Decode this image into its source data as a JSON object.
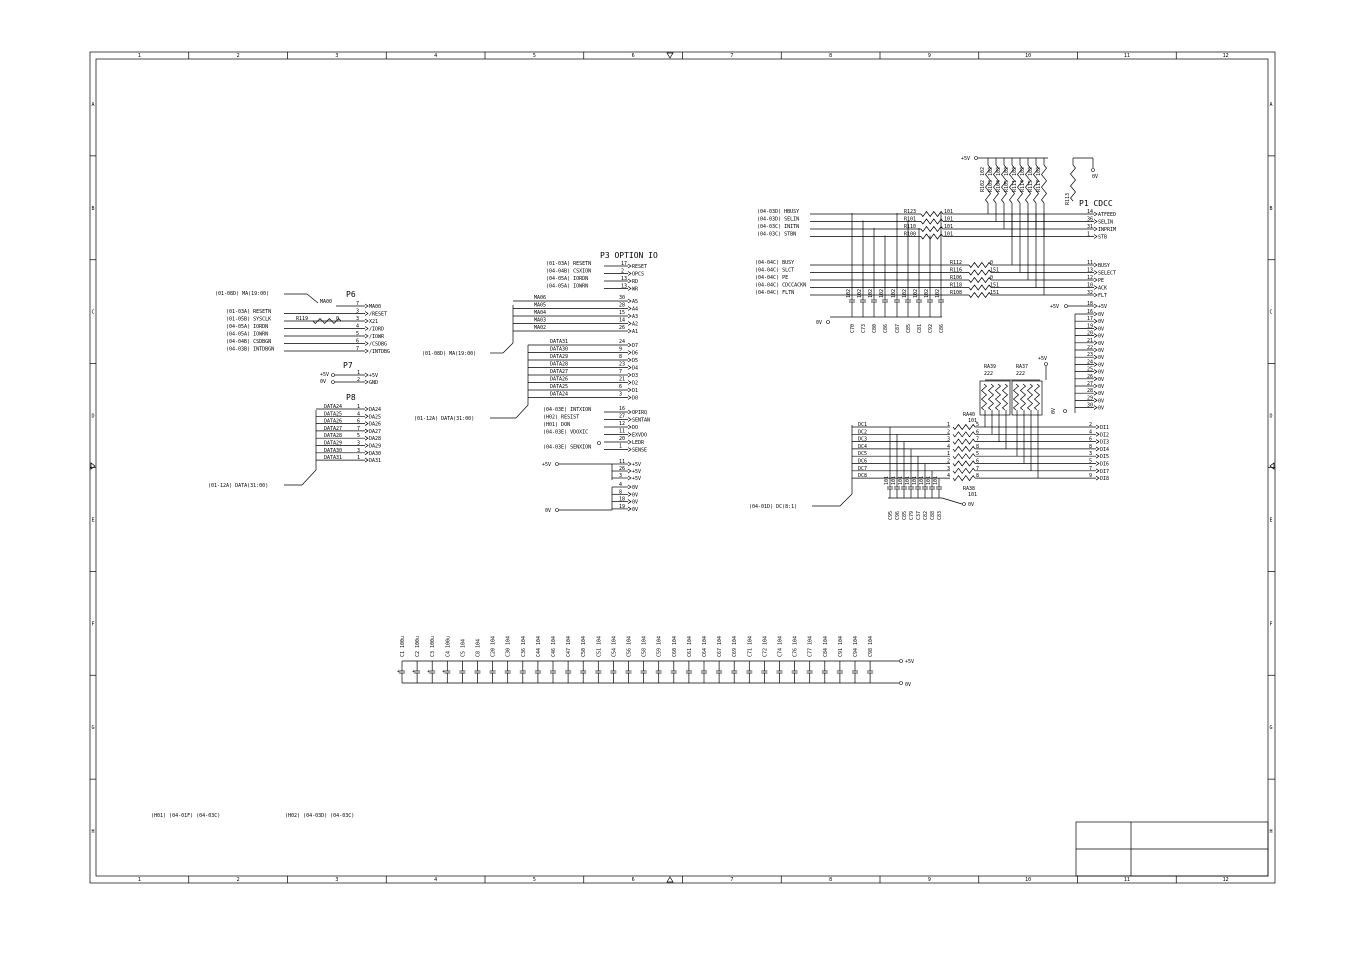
{
  "frame": {
    "cols": [
      "1",
      "2",
      "3",
      "4",
      "5",
      "6",
      "7",
      "8",
      "9",
      "10",
      "11",
      "12"
    ],
    "rows": [
      "A",
      "B",
      "C",
      "D",
      "E",
      "F",
      "G",
      "H"
    ]
  },
  "p6": {
    "title": "P6",
    "bus_label": "(01-08D) MA(19:00)",
    "ma00": "MA00",
    "pins": [
      {
        "sig": "MA00",
        "num": "7",
        "net": "MA00"
      },
      {
        "sig": "(01-03A) RESETN",
        "num": "3",
        "net": "/RESET"
      },
      {
        "sig": "(01-05B) SYSCLK",
        "num": "3",
        "net": "X21"
      },
      {
        "sig": "(04-05A) IORDN",
        "num": "4",
        "net": "/IORD"
      },
      {
        "sig": "(04-05A) IOWRN",
        "num": "5",
        "net": "/IOWR"
      },
      {
        "sig": "(04-04B) CSDBGN",
        "num": "6",
        "net": "/CSDBG"
      },
      {
        "sig": "(04-03B) INTDBGN",
        "num": "7",
        "net": "/INTDBG"
      }
    ],
    "resistor": "R119",
    "resistor_value": "0"
  },
  "p7": {
    "title": "P7",
    "pins": [
      {
        "sig": "+5V",
        "num": "1",
        "net": "+5V"
      },
      {
        "sig": "0V",
        "num": "2",
        "net": "GND"
      }
    ]
  },
  "p8": {
    "title": "P8",
    "bus_label": "(01-12A) DATA(31:00)",
    "pins": [
      {
        "sig": "DATA24",
        "num": "1",
        "net": "DA24"
      },
      {
        "sig": "DATA25",
        "num": "4",
        "net": "DA25"
      },
      {
        "sig": "DATA26",
        "num": "6",
        "net": "DA26"
      },
      {
        "sig": "DATA27",
        "num": "7",
        "net": "DA27"
      },
      {
        "sig": "DATA28",
        "num": "5",
        "net": "DA28"
      },
      {
        "sig": "DATA29",
        "num": "3",
        "net": "DA29"
      },
      {
        "sig": "DATA30",
        "num": "3",
        "net": "DA30"
      },
      {
        "sig": "DATA31",
        "num": "1",
        "net": "DA31"
      }
    ]
  },
  "p3": {
    "title": "P3 OPTION IO",
    "top_pins": [
      {
        "sig": "(01-03A) RESETN",
        "num": "17",
        "net": "RESET"
      },
      {
        "sig": "(04-04B) CSXION",
        "num": "2",
        "net": "OPCS"
      },
      {
        "sig": "(04-05A) IORDN",
        "num": "13",
        "net": "RD"
      },
      {
        "sig": "(04-05A) IOWRN",
        "num": "13",
        "net": "WR"
      }
    ],
    "addr_bus": "(01-08D) MA(19:00)",
    "addr_pins": [
      {
        "sig": "MA06",
        "num": "30",
        "net": "A5"
      },
      {
        "sig": "MA05",
        "num": "28",
        "net": "A4"
      },
      {
        "sig": "MA04",
        "num": "15",
        "net": "A3"
      },
      {
        "sig": "MA03",
        "num": "14",
        "net": "A2"
      },
      {
        "sig": "MA02",
        "num": "26",
        "net": "A1"
      }
    ],
    "data_bus": "(01-12A) DATA(31:00)",
    "data_pins": [
      {
        "sig": "DATA31",
        "num": "24",
        "net": "D7"
      },
      {
        "sig": "DATA30",
        "num": "9",
        "net": "D6"
      },
      {
        "sig": "DATA29",
        "num": "8",
        "net": "D5"
      },
      {
        "sig": "DATA28",
        "num": "23",
        "net": "D4"
      },
      {
        "sig": "DATA27",
        "num": "7",
        "net": "D3"
      },
      {
        "sig": "DATA26",
        "num": "21",
        "net": "D2"
      },
      {
        "sig": "DATA25",
        "num": "6",
        "net": "D1"
      },
      {
        "sig": "DATA24",
        "num": "3",
        "net": "D0"
      }
    ],
    "ctl_pins": [
      {
        "sig": "(04-03E) INTXION",
        "num": "16",
        "net": "OPIRQ"
      },
      {
        "sig": "(H02) RESIST",
        "num": "27",
        "net": "SENTAN"
      },
      {
        "sig": "(H01) DON",
        "num": "12",
        "net": "DO"
      },
      {
        "sig": "(04-03E) VDOXIC",
        "num": "11",
        "net": "EXVDO"
      },
      {
        "sig": "",
        "num": "20",
        "net": "LEDR"
      },
      {
        "sig": "(04-03E) SENXION",
        "num": "1",
        "net": "SENSE"
      }
    ],
    "pwr_label": "+5V",
    "pwr_pins": [
      {
        "num": "11",
        "net": "+5V"
      },
      {
        "num": "26",
        "net": "+5V"
      },
      {
        "num": "3",
        "net": "+5V"
      }
    ],
    "gnd_label": "0V",
    "gnd_pins": [
      {
        "num": "4",
        "net": "0V"
      },
      {
        "num": "8",
        "net": "0V"
      },
      {
        "num": "18",
        "net": "0V"
      },
      {
        "num": "19",
        "net": "0V"
      }
    ]
  },
  "p1": {
    "title": "P1 CDCC",
    "top_pins": [
      {
        "sig": "(04-03D) HBUSY",
        "res": "R123",
        "val": "101",
        "num": "14",
        "net": "ATFEED"
      },
      {
        "sig": "(04-03D) SELIN",
        "res": "R101",
        "val": "101",
        "num": "36",
        "net": "SELIN"
      },
      {
        "sig": "(04-03C) INITN",
        "res": "R110",
        "val": "101",
        "num": "31",
        "net": "INPRIM"
      },
      {
        "sig": "(04-03C) STBN",
        "res": "R100",
        "val": "101",
        "num": "1",
        "net": "STB"
      }
    ],
    "mid_pins": [
      {
        "sig": "(04-04C) BUSY",
        "res": "R112",
        "val": "0",
        "num": "11",
        "net": "BUSY"
      },
      {
        "sig": "(04-04C) SLCT",
        "res": "R116",
        "val": "151",
        "num": "13",
        "net": "SELECT"
      },
      {
        "sig": "(04-04C) PE",
        "res": "R106",
        "val": "0",
        "num": "12",
        "net": "PE"
      },
      {
        "sig": "(04-04C) CDCCACKN",
        "res": "R118",
        "val": "151",
        "num": "10",
        "net": "ACK"
      },
      {
        "sig": "(04-04C) FLTN",
        "res": "R108",
        "val": "151",
        "num": "32",
        "net": "FLT"
      }
    ],
    "pullup_label": "+5V",
    "pullups": [
      "R102",
      "R103",
      "R104",
      "R105",
      "R111",
      "R114",
      "R115",
      "R117"
    ],
    "pullup_values": [
      "102",
      "102",
      "102",
      "102",
      "102",
      "102",
      "102",
      "102"
    ],
    "r113": "R113",
    "zero_v": "0V",
    "pwr_pin": {
      "num": "18",
      "net": "+5V"
    },
    "gnd_pins": [
      "16",
      "17",
      "19",
      "20",
      "21",
      "22",
      "23",
      "24",
      "25",
      "26",
      "27",
      "28",
      "29",
      "30"
    ],
    "gnd_net": "0V",
    "caps": [
      "C70",
      "C73",
      "C80",
      "C86",
      "C87",
      "C85",
      "C81",
      "C92",
      "C86"
    ],
    "cap_values": [
      "102",
      "102",
      "102",
      "102",
      "102",
      "102",
      "102",
      "102",
      "102"
    ],
    "cap_gnd": "0V"
  },
  "dc_section": {
    "bus_label": "(04-01D) DC(8:1)",
    "signals": [
      "DC1",
      "DC2",
      "DC3",
      "DC4",
      "DC5",
      "DC6",
      "DC7",
      "DC8"
    ],
    "outputs": [
      {
        "num": "2",
        "net": "DI1"
      },
      {
        "num": "4",
        "net": "DI2"
      },
      {
        "num": "6",
        "net": "DI3"
      },
      {
        "num": "8",
        "net": "DI4"
      },
      {
        "num": "3",
        "net": "DI5"
      },
      {
        "num": "5",
        "net": "DI6"
      },
      {
        "num": "7",
        "net": "DI7"
      },
      {
        "num": "9",
        "net": "DI8"
      }
    ],
    "ra39": "RA39",
    "ra39_val": "222",
    "ra37": "RA37",
    "ra37_val": "222",
    "ra40": "RA40",
    "ra40_val": "101",
    "ra38": "RA38",
    "ra38_val": "101",
    "pwr": "+5V",
    "gnd": "0V",
    "caps": [
      "C95",
      "C96",
      "C85",
      "C79",
      "C37",
      "C82",
      "C88",
      "C83"
    ],
    "cap_values": [
      "101",
      "101",
      "101",
      "101",
      "101",
      "101",
      "101",
      "101"
    ]
  },
  "decoupling": {
    "caps": [
      {
        "name": "C1",
        "val": "100u"
      },
      {
        "name": "C2",
        "val": "100u"
      },
      {
        "name": "C3",
        "val": "100u"
      },
      {
        "name": "C4",
        "val": "100u"
      },
      {
        "name": "C5",
        "val": "104"
      },
      {
        "name": "C8",
        "val": "104"
      },
      {
        "name": "C20",
        "val": "104"
      },
      {
        "name": "C30",
        "val": "104"
      },
      {
        "name": "C36",
        "val": "104"
      },
      {
        "name": "C44",
        "val": "104"
      },
      {
        "name": "C46",
        "val": "104"
      },
      {
        "name": "C47",
        "val": "104"
      },
      {
        "name": "C50",
        "val": "104"
      },
      {
        "name": "C51",
        "val": "104"
      },
      {
        "name": "C54",
        "val": "104"
      },
      {
        "name": "C56",
        "val": "104"
      },
      {
        "name": "C58",
        "val": "104"
      },
      {
        "name": "C59",
        "val": "104"
      },
      {
        "name": "C60",
        "val": "104"
      },
      {
        "name": "C61",
        "val": "104"
      },
      {
        "name": "C64",
        "val": "104"
      },
      {
        "name": "C67",
        "val": "104"
      },
      {
        "name": "C69",
        "val": "104"
      },
      {
        "name": "C71",
        "val": "104"
      },
      {
        "name": "C72",
        "val": "104"
      },
      {
        "name": "C74",
        "val": "104"
      },
      {
        "name": "C76",
        "val": "104"
      },
      {
        "name": "C77",
        "val": "104"
      },
      {
        "name": "C84",
        "val": "104"
      },
      {
        "name": "C91",
        "val": "104"
      },
      {
        "name": "C94",
        "val": "104"
      },
      {
        "name": "C98",
        "val": "104"
      }
    ],
    "pwr": "+5V",
    "gnd": "0V"
  },
  "notes": {
    "h01": "(H01) (04-01F) (04-03C)",
    "h02": "(H02) (04-03D) (04-03C)"
  }
}
